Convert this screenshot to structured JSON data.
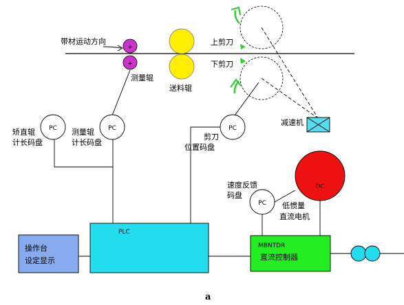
{
  "labels": {
    "direction": "带材运动方向",
    "measure_roller": "测量辊",
    "feed_roller": "送料辊",
    "upper_blade": "上剪刀",
    "lower_blade": "下剪刀",
    "reducer": "减速机",
    "straightener_pc_1": "矫直辊",
    "straightener_pc_2": "计长码盘",
    "measure_pc_1": "测量辊",
    "measure_pc_2": "计长码盘",
    "shear_pc_1": "剪刀",
    "shear_pc_2": "位置码盘",
    "speed_fb_1": "速度反馈",
    "speed_fb_2": "码盘",
    "motor_1": "低惯量",
    "motor_2": "直流电机",
    "console_1": "操作台",
    "console_2": "设定显示",
    "plc": "PLC",
    "controller_1": "MBNTDR",
    "controller_2": "直流控制器",
    "pc": "PC",
    "dc": "DC",
    "plus": "+",
    "caption": "a"
  },
  "colors": {
    "measure_roller": "#cc33cc",
    "feed_roller": "#ffee00",
    "plc_box": "#22ddee",
    "console_box": "#88aaee",
    "controller_box": "#22ee22",
    "motor": "#ee1111",
    "blade_arrow": "#33cc33",
    "reducer": "#55ddee",
    "coupling": "#22ddee"
  },
  "icons": [
    "right-arrow-icon",
    "rotation-arrow-icon",
    "reducer-x-icon"
  ]
}
